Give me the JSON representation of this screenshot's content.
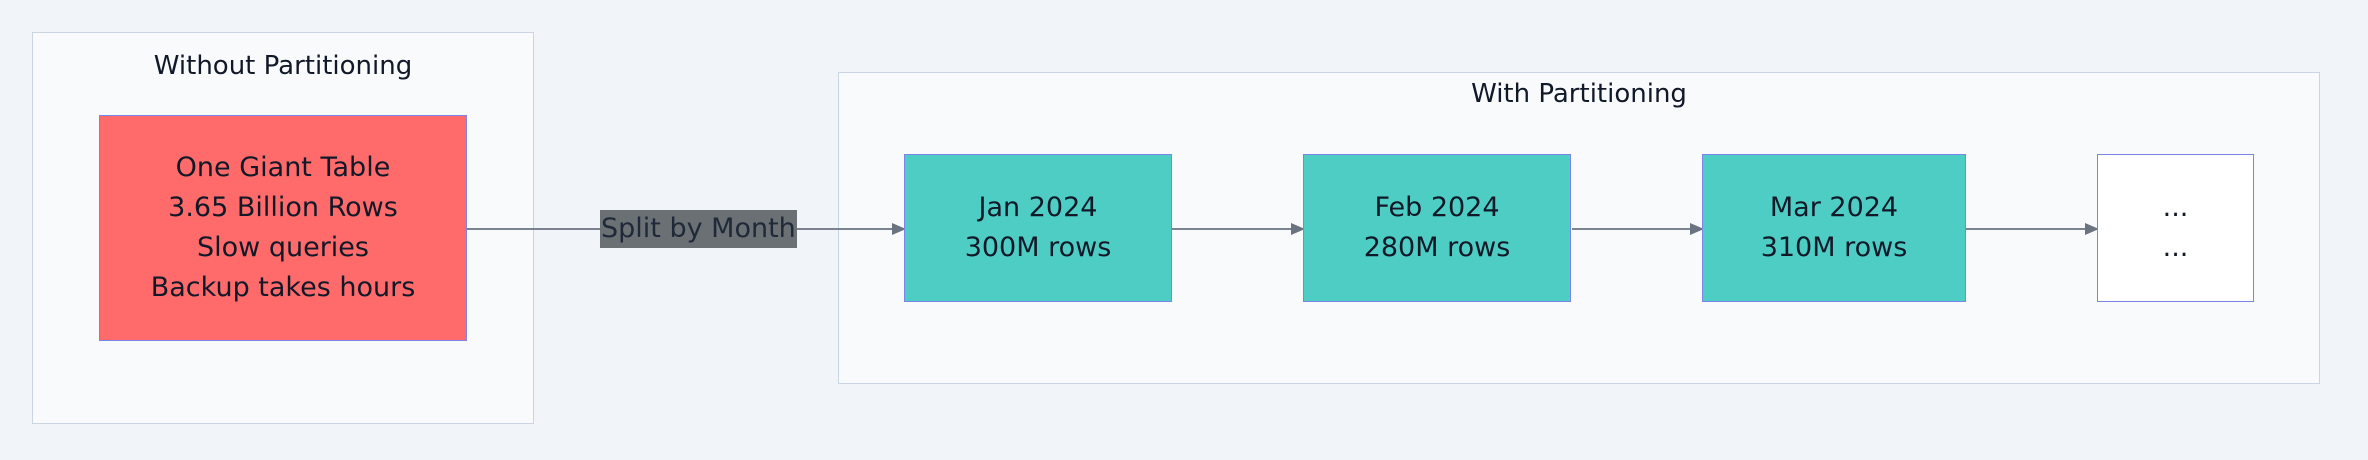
{
  "clusters": {
    "without": {
      "title": "Without Partitioning"
    },
    "with": {
      "title": "With Partitioning"
    }
  },
  "nodes": {
    "giant_table": {
      "lines": [
        "One Giant Table",
        "3.65 Billion Rows",
        "Slow queries",
        "Backup takes hours"
      ]
    },
    "jan": {
      "lines": [
        "Jan 2024",
        "300M rows"
      ]
    },
    "feb": {
      "lines": [
        "Feb 2024",
        "280M rows"
      ]
    },
    "mar": {
      "lines": [
        "Mar 2024",
        "310M rows"
      ]
    },
    "more": {
      "lines": [
        "...",
        "..."
      ]
    }
  },
  "edges": {
    "split_label": "Split by Month"
  },
  "colors": {
    "giant_fill": "#ff6b6b",
    "partition_fill": "#4ecdc4",
    "edge": "#6b7280",
    "label_bg": "#6b7075"
  }
}
